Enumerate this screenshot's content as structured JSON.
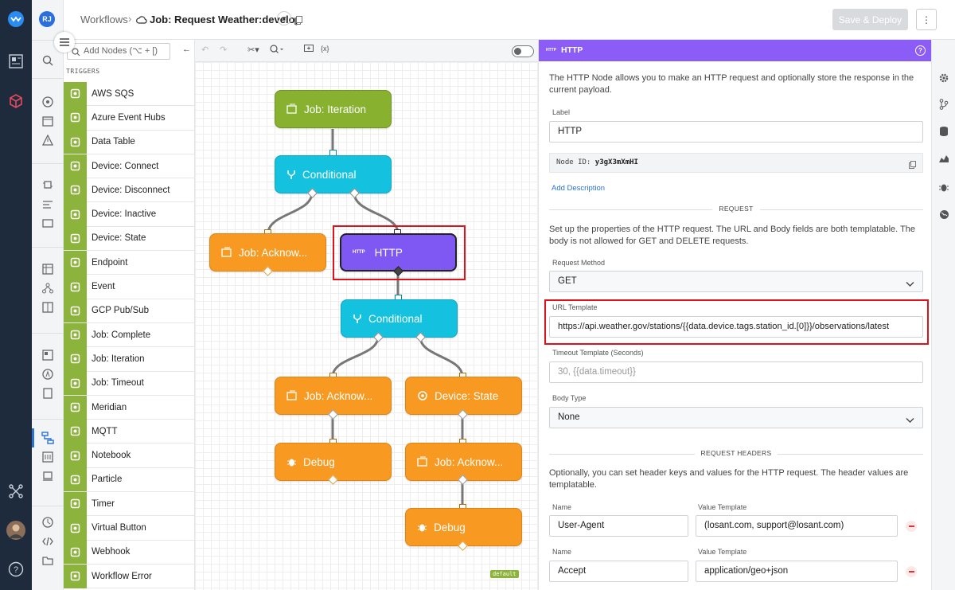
{
  "header": {
    "breadcrumb_root": "Workflows",
    "breadcrumb_current": "Job: Request Weather:develop",
    "save_label": "Save & Deploy"
  },
  "user": {
    "initials": "RJ"
  },
  "palette": {
    "search_placeholder": "Add Nodes (⌥ + [)",
    "section_label": "TRIGGERS",
    "items": [
      {
        "label": "AWS SQS",
        "icon": "aws-sqs-icon"
      },
      {
        "label": "Azure Event Hubs",
        "icon": "azure-event-hubs-icon"
      },
      {
        "label": "Data Table",
        "icon": "table-icon"
      },
      {
        "label": "Device: Connect",
        "icon": "device-icon"
      },
      {
        "label": "Device: Disconnect",
        "icon": "device-icon"
      },
      {
        "label": "Device: Inactive",
        "icon": "device-icon"
      },
      {
        "label": "Device: State",
        "icon": "device-icon"
      },
      {
        "label": "Endpoint",
        "icon": "endpoint-icon"
      },
      {
        "label": "Event",
        "icon": "warning-icon"
      },
      {
        "label": "GCP Pub/Sub",
        "icon": "gcp-icon"
      },
      {
        "label": "Job: Complete",
        "icon": "job-icon"
      },
      {
        "label": "Job: Iteration",
        "icon": "job-icon"
      },
      {
        "label": "Job: Timeout",
        "icon": "job-icon"
      },
      {
        "label": "Meridian",
        "icon": "meridian-icon"
      },
      {
        "label": "MQTT",
        "icon": "mqtt-icon"
      },
      {
        "label": "Notebook",
        "icon": "notebook-icon"
      },
      {
        "label": "Particle",
        "icon": "particle-icon"
      },
      {
        "label": "Timer",
        "icon": "timer-icon"
      },
      {
        "label": "Virtual Button",
        "icon": "button-icon"
      },
      {
        "label": "Webhook",
        "icon": "webhook-icon"
      },
      {
        "label": "Workflow Error",
        "icon": "error-icon"
      }
    ]
  },
  "canvas": {
    "nodes": {
      "iteration": "Job: Iteration",
      "conditional1": "Conditional",
      "ack1": "Job: Acknow...",
      "http": "HTTP",
      "http_icon_text": "HTTP",
      "conditional2": "Conditional",
      "ack2": "Job: Acknow...",
      "device_state": "Device: State",
      "debug1": "Debug",
      "ack3": "Job: Acknow...",
      "debug2": "Debug"
    },
    "default_tag": "default"
  },
  "panel": {
    "title": "HTTP",
    "title_icon_text": "HTTP",
    "intro": "The HTTP Node allows you to make an HTTP request and optionally store the response in the current payload.",
    "label_label": "Label",
    "label_value": "HTTP",
    "node_id_label": "Node ID:",
    "node_id_value": "y3gX3mXmHI",
    "add_description": "Add Description",
    "request_section": "REQUEST",
    "request_text": "Set up the properties of the HTTP request. The URL and Body fields are both templatable. The body is not allowed for GET and DELETE requests.",
    "method_label": "Request Method",
    "method_value": "GET",
    "url_label": "URL Template",
    "url_value": "https://api.weather.gov/stations/{{data.device.tags.station_id.[0]}}/observations/latest",
    "timeout_label": "Timeout Template (Seconds)",
    "timeout_placeholder": "30, {{data.timeout}}",
    "body_label": "Body Type",
    "body_value": "None",
    "headers_section": "REQUEST HEADERS",
    "headers_text": "Optionally, you can set header keys and values for the HTTP request. The header values are templatable.",
    "headers": [
      {
        "name_label": "Name",
        "value_label": "Value Template",
        "name": "User-Agent",
        "value": "(losant.com, support@losant.com)"
      },
      {
        "name_label": "Name",
        "value_label": "Value Template",
        "name": "Accept",
        "value": "application/geo+json"
      }
    ]
  },
  "colors": {
    "accent": "#8b5cf6",
    "trigger": "#8cb33b",
    "logic": "#14c1de",
    "output": "#f89a22",
    "highlight": "#e0111a"
  }
}
